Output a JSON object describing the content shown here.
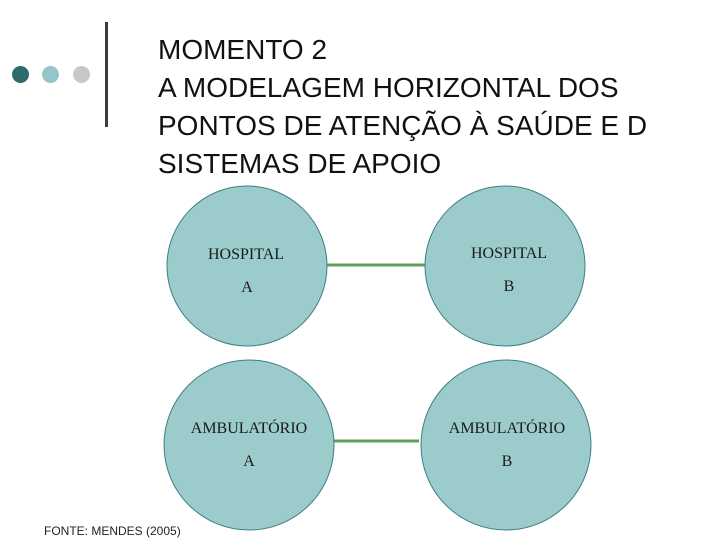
{
  "title_lines": [
    "MOMENTO 2",
    "A MODELAGEM HORIZONTAL DOS",
    "PONTOS DE ATENÇÃO À SAÚDE E D",
    "SISTEMAS DE APOIO"
  ],
  "nodes": {
    "hospital_a": {
      "line1": "HOSPITAL",
      "line2": "A"
    },
    "hospital_b": {
      "line1": "HOSPITAL",
      "line2": "B"
    },
    "ambulatorio_a": {
      "line1": "AMBULATÓRIO",
      "line2": "A"
    },
    "ambulatorio_b": {
      "line1": "AMBULATÓRIO",
      "line2": "B"
    }
  },
  "source": "FONTE: MENDES (2005)",
  "colors": {
    "node_fill": "#9ccbcc",
    "node_stroke": "#3d7f86",
    "connector": "#5f9f58",
    "dot_dark": "#2f6a6c",
    "dot_light": "#93c6ca",
    "dot_gray": "#c8c8c8"
  }
}
